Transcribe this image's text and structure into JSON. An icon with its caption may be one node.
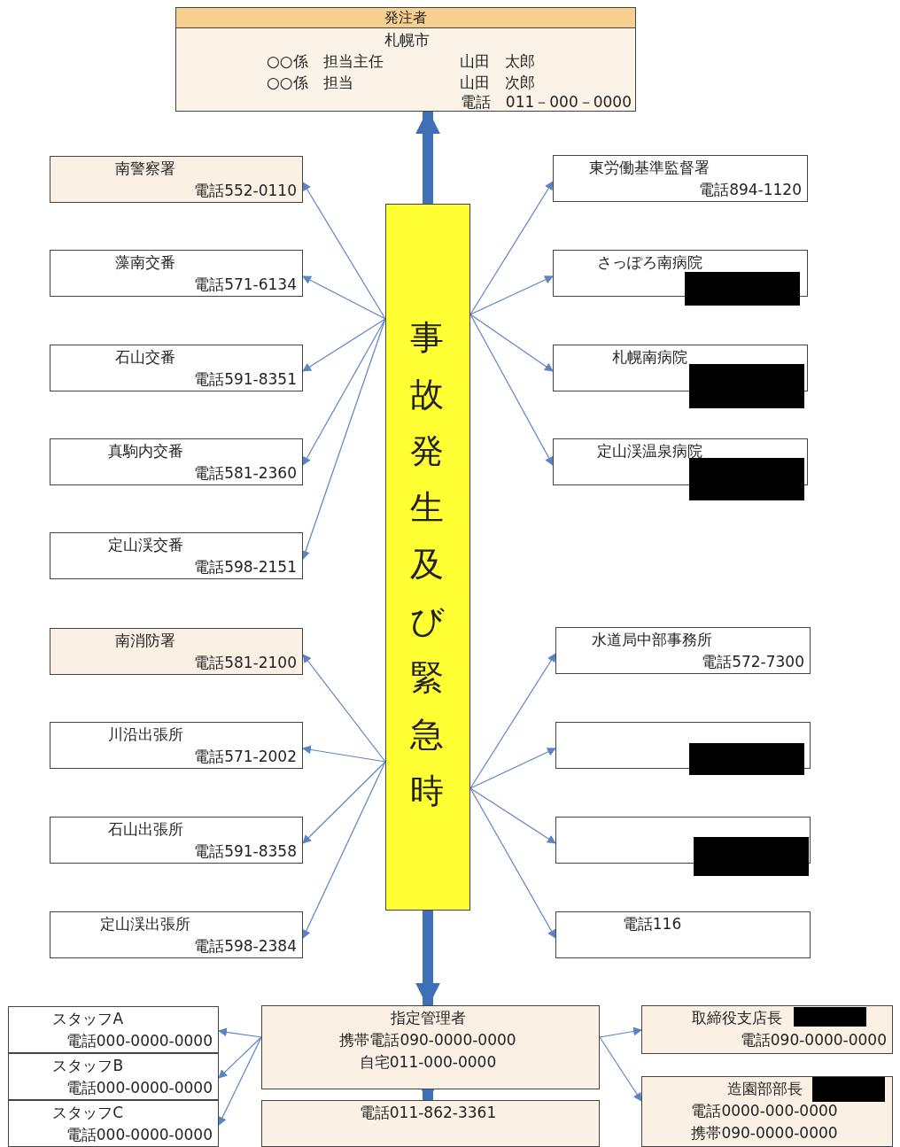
{
  "diagram": {
    "nodes": [
      {
        "text": [
          "発注者",
          "札幌市",
          "○○係　担当主任",
          "山田　太郎",
          "○○係　担当",
          "山田　次郎",
          "電話　011－000－0000"
        ]
      },
      {
        "text": [
          "事故発生及び緊急時"
        ]
      },
      {
        "text": [
          "南警察署",
          "電話552-0110"
        ]
      },
      {
        "text": [
          "藻南交番",
          "電話571-6134"
        ]
      },
      {
        "text": [
          "石山交番",
          "電話591-8351"
        ]
      },
      {
        "text": [
          "真駒内交番",
          "電話581-2360"
        ]
      },
      {
        "text": [
          "定山渓交番",
          "電話598-2151"
        ]
      },
      {
        "text": [
          "南消防署",
          "電話581-2100"
        ]
      },
      {
        "text": [
          "川沿出張所",
          "電話571-2002"
        ]
      },
      {
        "text": [
          "石山出張所",
          "電話591-8358"
        ]
      },
      {
        "text": [
          "定山渓出張所",
          "電話598-2384"
        ]
      },
      {
        "text": [
          "東労働基準監督署",
          "電話894-1120"
        ]
      },
      {
        "text": [
          "さっぽろ南病院"
        ]
      },
      {
        "text": [
          "札幌南病院"
        ]
      },
      {
        "text": [
          "定山渓温泉病院"
        ]
      },
      {
        "text": [
          "水道局中部事務所",
          "電話572-7300"
        ]
      },
      {
        "text": [],
        "shape": "box"
      },
      {
        "text": [],
        "shape": "box"
      },
      {
        "text": [
          "電話116"
        ]
      },
      {
        "text": [
          "指定管理者",
          "携帯電話090-0000-0000",
          "自宅011-000-0000"
        ]
      },
      {
        "text": [
          "スタッフA",
          "電話000-0000-0000"
        ]
      },
      {
        "text": [
          "スタッフB",
          "電話000-0000-0000"
        ]
      },
      {
        "text": [
          "スタッフC",
          "電話000-0000-0000"
        ]
      },
      {
        "text": [
          "取締役支店長",
          "電話090-0000-0000"
        ]
      },
      {
        "text": [
          "造園部部長",
          "電話0000-000-0000",
          "携帯090-0000-0000"
        ]
      },
      {
        "text": [
          "電話011-862-3361"
        ]
      }
    ],
    "edges": [
      {
        "from": 1,
        "to": 0,
        "arrow": "to",
        "style": "thick",
        "color": "#3f6fb8"
      },
      {
        "from": 1,
        "to": 2,
        "arrow": "to"
      },
      {
        "from": 1,
        "to": 3,
        "arrow": "to"
      },
      {
        "from": 1,
        "to": 4,
        "arrow": "to"
      },
      {
        "from": 1,
        "to": 5,
        "arrow": "to"
      },
      {
        "from": 1,
        "to": 6,
        "arrow": "to"
      },
      {
        "from": 1,
        "to": 7,
        "arrow": "to"
      },
      {
        "from": 1,
        "to": 8,
        "arrow": "to"
      },
      {
        "from": 1,
        "to": 9,
        "arrow": "to"
      },
      {
        "from": 1,
        "to": 10,
        "arrow": "to"
      },
      {
        "from": 1,
        "to": 11,
        "arrow": "to"
      },
      {
        "from": 1,
        "to": 12,
        "arrow": "to"
      },
      {
        "from": 1,
        "to": 13,
        "arrow": "to"
      },
      {
        "from": 1,
        "to": 14,
        "arrow": "to"
      },
      {
        "from": 1,
        "to": 15,
        "arrow": "to"
      },
      {
        "from": 1,
        "to": 16,
        "arrow": "to"
      },
      {
        "from": 1,
        "to": 17,
        "arrow": "to"
      },
      {
        "from": 1,
        "to": 18,
        "arrow": "to"
      },
      {
        "from": 1,
        "to": 19,
        "arrow": "to",
        "style": "thick",
        "color": "#3f6fb8"
      },
      {
        "from": 19,
        "to": 20,
        "arrow": "to"
      },
      {
        "from": 19,
        "to": 21,
        "arrow": "to"
      },
      {
        "from": 19,
        "to": 22,
        "arrow": "to"
      },
      {
        "from": 19,
        "to": 23,
        "arrow": "to"
      },
      {
        "from": 19,
        "to": 24,
        "arrow": "to"
      },
      {
        "from": 19,
        "to": 25,
        "arrow": "to",
        "style": "thick",
        "color": "#3f6fb8"
      }
    ]
  }
}
